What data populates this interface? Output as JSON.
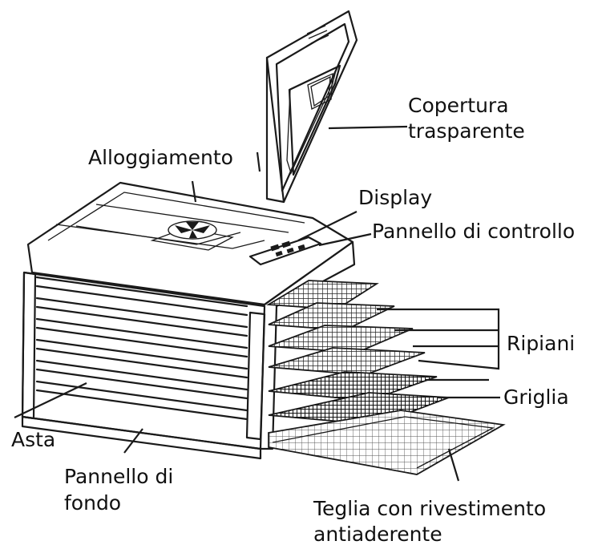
{
  "labels": {
    "copertura": [
      "Copertura",
      "trasparente"
    ],
    "alloggiamento": "Alloggiamento",
    "display": "Display",
    "pannello_controllo": "Pannello di controllo",
    "ripiani": "Ripiani",
    "griglia": "Griglia",
    "asta": "Asta",
    "pannello_fondo": [
      "Pannello di",
      "fondo"
    ],
    "teglia": [
      "Teglia con rivestimento",
      "antiaderente"
    ]
  },
  "colors": {
    "ink": "#1a1a1a",
    "background": "#ffffff"
  }
}
